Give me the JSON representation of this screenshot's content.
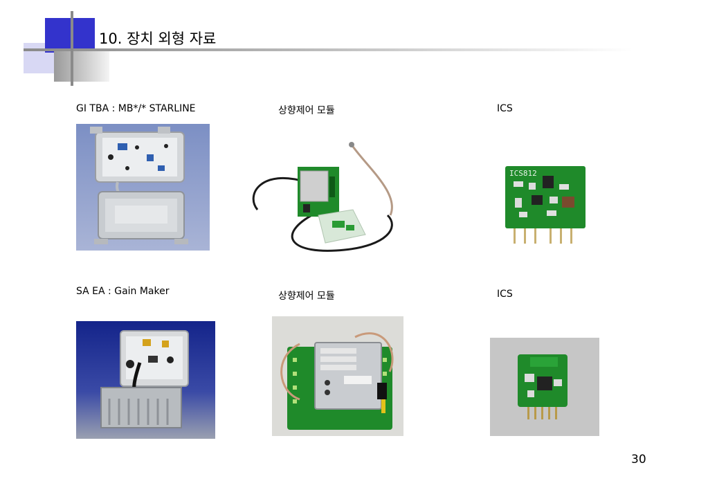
{
  "title": "10. 장치 외형 자료",
  "items": [
    {
      "caption": "GI TBA : MB*/* STARLINE"
    },
    {
      "caption": "상향제어 모듈"
    },
    {
      "caption": "ICS"
    },
    {
      "caption": "SA  EA : Gain Maker"
    },
    {
      "caption": "상향제어 모듈"
    },
    {
      "caption": "ICS"
    }
  ],
  "page_number": "30",
  "colors": {
    "accent_blue": "#3333cc",
    "pcb_green": "#1f8a2a",
    "housing_grey": "#c8ccd0"
  }
}
